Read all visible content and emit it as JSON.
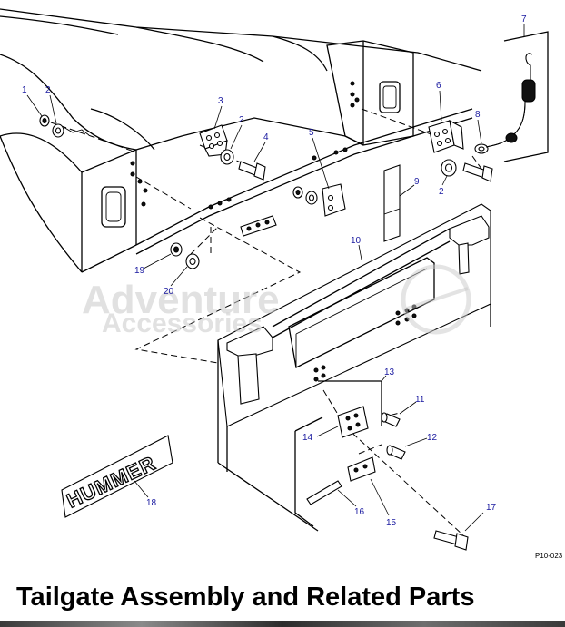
{
  "title": "Tailgate Assembly and Related Parts",
  "figure_ref": "P10-023",
  "watermark": {
    "line1": "Adventure",
    "line2": "Accessories"
  },
  "emblem_text": "HUMMER",
  "callouts": {
    "c1": "1",
    "c2a": "2",
    "c2b": "2",
    "c2c": "2",
    "c3": "3",
    "c4": "4",
    "c5": "5",
    "c6": "6",
    "c7": "7",
    "c8": "8",
    "c9": "9",
    "c10": "10",
    "c11": "11",
    "c12": "12",
    "c13": "13",
    "c14": "14",
    "c15": "15",
    "c16": "16",
    "c17": "17",
    "c18": "18",
    "c19": "19",
    "c20": "20"
  },
  "colors": {
    "callout": "#1a1aa0",
    "line": "#000000",
    "watermark": "#c9c9c9"
  }
}
